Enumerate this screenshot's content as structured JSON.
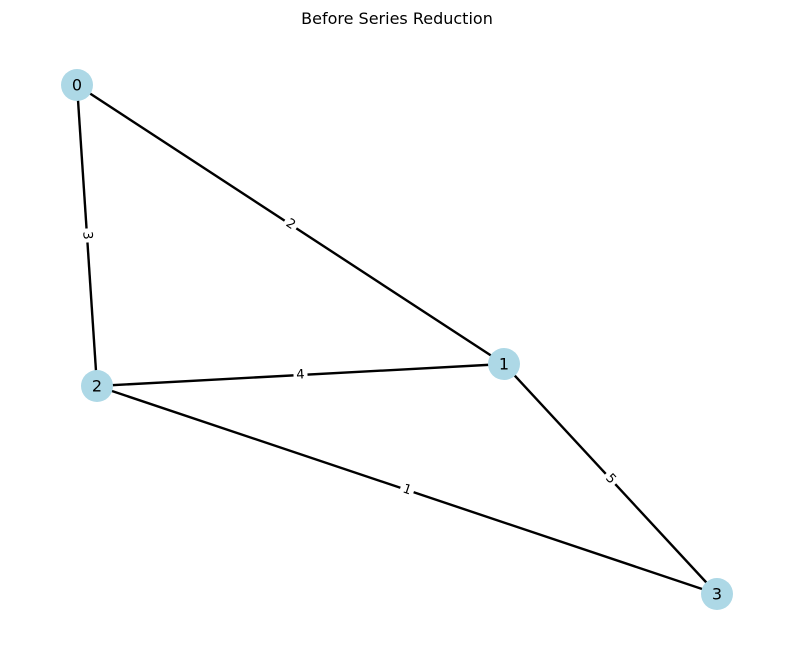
{
  "graph": {
    "title": "Before Series Reduction",
    "node_color": "#add8e6",
    "edge_color": "#000000",
    "nodes": [
      {
        "id": "0",
        "label": "0"
      },
      {
        "id": "1",
        "label": "1"
      },
      {
        "id": "2",
        "label": "2"
      },
      {
        "id": "3",
        "label": "3"
      }
    ],
    "edges": [
      {
        "source": "0",
        "target": "1",
        "weight": "2"
      },
      {
        "source": "0",
        "target": "2",
        "weight": "3"
      },
      {
        "source": "2",
        "target": "1",
        "weight": "4"
      },
      {
        "source": "2",
        "target": "3",
        "weight": "1"
      },
      {
        "source": "1",
        "target": "3",
        "weight": "5"
      }
    ]
  }
}
